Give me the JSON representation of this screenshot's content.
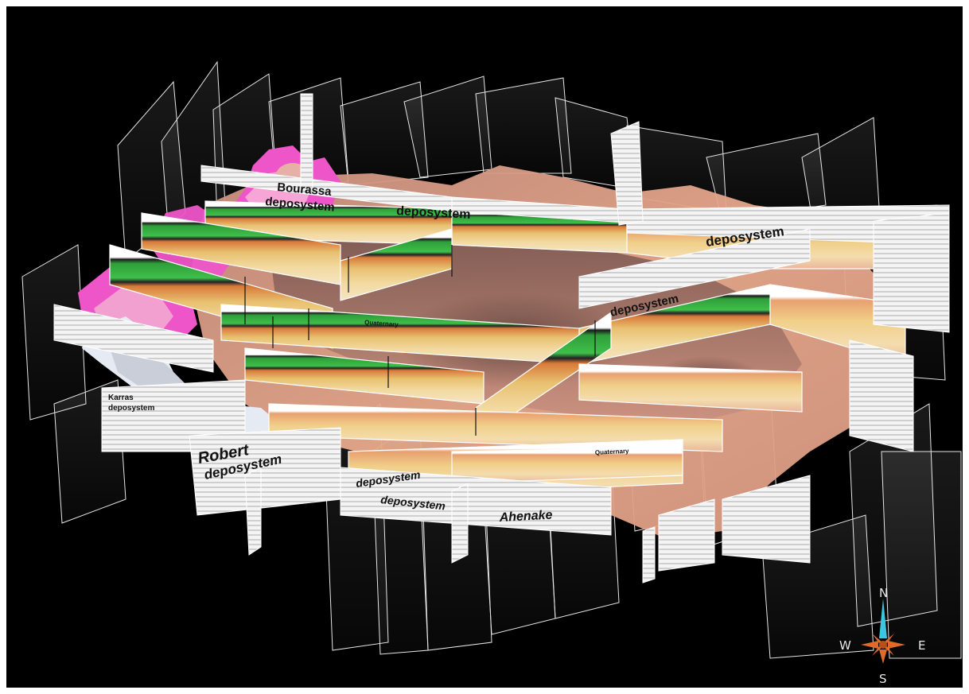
{
  "scene": {
    "background": "#000000",
    "basin_color": "#e8a98c",
    "pink_body_color": "#ee55c8",
    "white_body_color": "#e6eaf2",
    "section_labels": {
      "bourassa": "Bourassa",
      "bourassa_sub": "deposystem",
      "deposystem_top": "deposystem",
      "deposystem_right": "deposystem",
      "deposystem_mid": "deposystem",
      "kamba": "Karras",
      "kamba_sub": "deposystem",
      "robert": "Robert",
      "robert_sub": "deposystem",
      "deposystem_bottom": "deposystem",
      "ahenakew": "Ahenake",
      "deposystem_lower": "deposystem",
      "quaternary": "Quaternary",
      "quaternary_2": "Quaternary"
    }
  },
  "compass": {
    "north": "N",
    "south": "S",
    "east": "E",
    "west": "W",
    "needle_color": "#e06a2a",
    "north_color": "#3ec6e0"
  }
}
